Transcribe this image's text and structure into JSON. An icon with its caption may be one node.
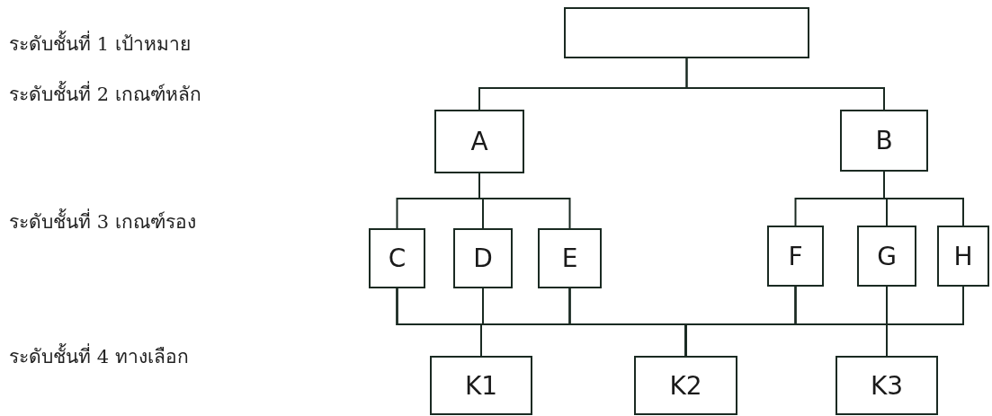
{
  "diagram": {
    "nodes": [
      {
        "text": [],
        "shape": "box"
      },
      {
        "text": [
          "A"
        ]
      },
      {
        "text": [
          "B"
        ]
      },
      {
        "text": [
          "C"
        ]
      },
      {
        "text": [
          "D"
        ]
      },
      {
        "text": [
          "E"
        ]
      },
      {
        "text": [
          "F"
        ]
      },
      {
        "text": [
          "G"
        ]
      },
      {
        "text": [
          "H"
        ]
      },
      {
        "text": [
          "K1"
        ]
      },
      {
        "text": [
          "K2"
        ]
      },
      {
        "text": [
          "K3"
        ]
      }
    ],
    "edges": [
      {
        "from": 0,
        "to": 1,
        "arrow": "none"
      },
      {
        "from": 0,
        "to": 2,
        "arrow": "none"
      },
      {
        "from": 1,
        "to": 3,
        "arrow": "none"
      },
      {
        "from": 1,
        "to": 4,
        "arrow": "none"
      },
      {
        "from": 1,
        "to": 5,
        "arrow": "none"
      },
      {
        "from": 2,
        "to": 6,
        "arrow": "none"
      },
      {
        "from": 2,
        "to": 7,
        "arrow": "none"
      },
      {
        "from": 2,
        "to": 8,
        "arrow": "none"
      },
      {
        "from": 3,
        "to": 9,
        "arrow": "none"
      },
      {
        "from": 3,
        "to": 10,
        "arrow": "none"
      },
      {
        "from": 3,
        "to": 11,
        "arrow": "none"
      },
      {
        "from": 4,
        "to": 9,
        "arrow": "none"
      },
      {
        "from": 4,
        "to": 10,
        "arrow": "none"
      },
      {
        "from": 4,
        "to": 11,
        "arrow": "none"
      },
      {
        "from": 5,
        "to": 9,
        "arrow": "none"
      },
      {
        "from": 5,
        "to": 10,
        "arrow": "none"
      },
      {
        "from": 5,
        "to": 11,
        "arrow": "none"
      },
      {
        "from": 6,
        "to": 9,
        "arrow": "none"
      },
      {
        "from": 6,
        "to": 10,
        "arrow": "none"
      },
      {
        "from": 6,
        "to": 11,
        "arrow": "none"
      },
      {
        "from": 7,
        "to": 9,
        "arrow": "none"
      },
      {
        "from": 7,
        "to": 10,
        "arrow": "none"
      },
      {
        "from": 7,
        "to": 11,
        "arrow": "none"
      },
      {
        "from": 8,
        "to": 9,
        "arrow": "none"
      },
      {
        "from": 8,
        "to": 10,
        "arrow": "none"
      },
      {
        "from": 8,
        "to": 11,
        "arrow": "none"
      }
    ],
    "labels": [
      "ระดับชั้นที่ 1 เป้าหมาย",
      "ระดับชั้นที่ 2 เกณฑ์หลัก",
      "ระดับชั้นที่ 3 เกณฑ์รอง",
      "ระดับชั้นที่ 4 ทางเลือก"
    ]
  }
}
